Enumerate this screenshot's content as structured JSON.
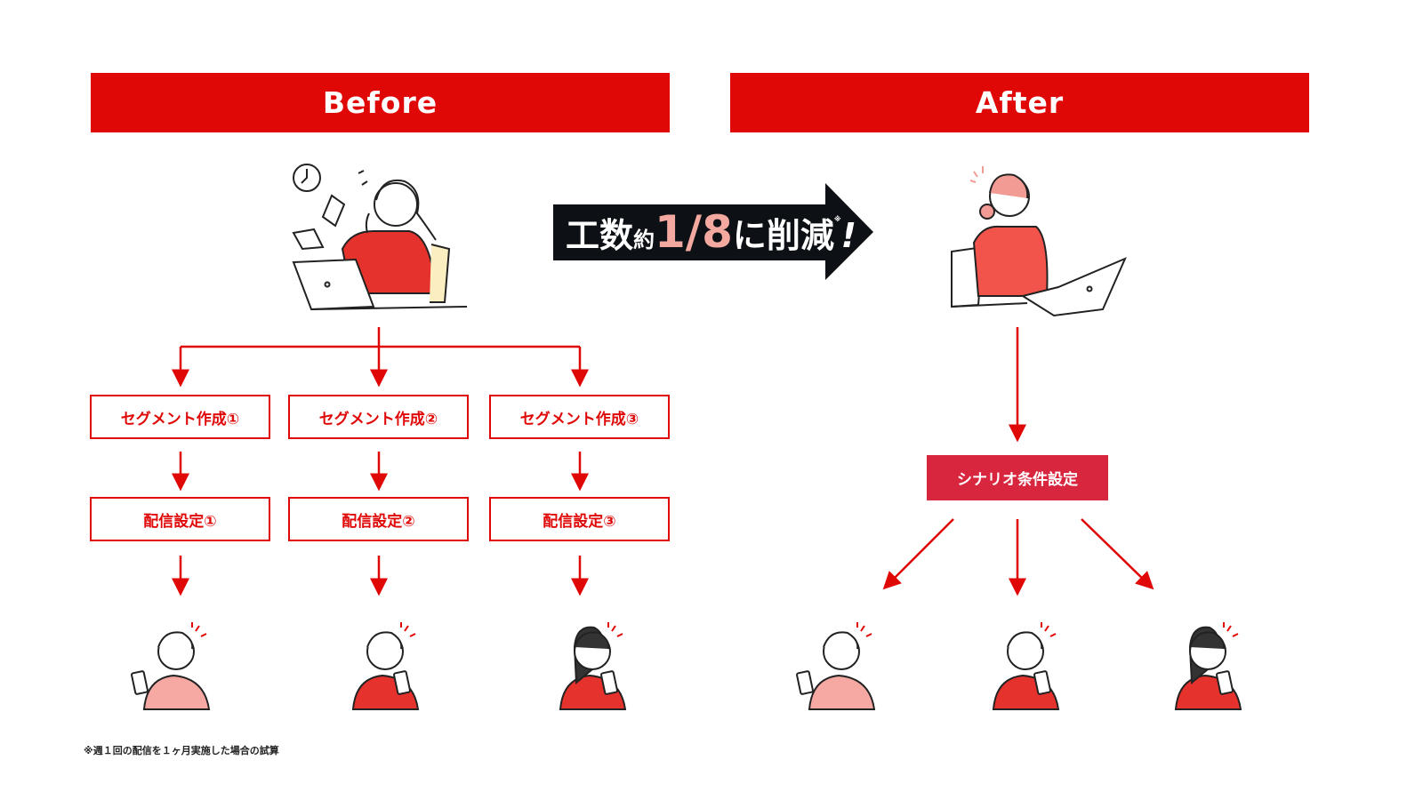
{
  "before": {
    "title": "Before",
    "segments": [
      "セグメント作成①",
      "セグメント作成②",
      "セグメント作成③"
    ],
    "deliveries": [
      "配信設定①",
      "配信設定②",
      "配信設定③"
    ]
  },
  "after": {
    "title": "After",
    "scenario": "シナリオ条件設定"
  },
  "reduction": {
    "prefix": "工数",
    "approx": "約",
    "value": "1/8",
    "suffix": "に削減",
    "mark": "※",
    "exclaim": "!"
  },
  "footnote": "※週１回の配信を１ヶ月実施した場合の試算",
  "colors": {
    "red": "#e00707",
    "dark": "#0d1115",
    "pink": "#f3a8a0"
  }
}
